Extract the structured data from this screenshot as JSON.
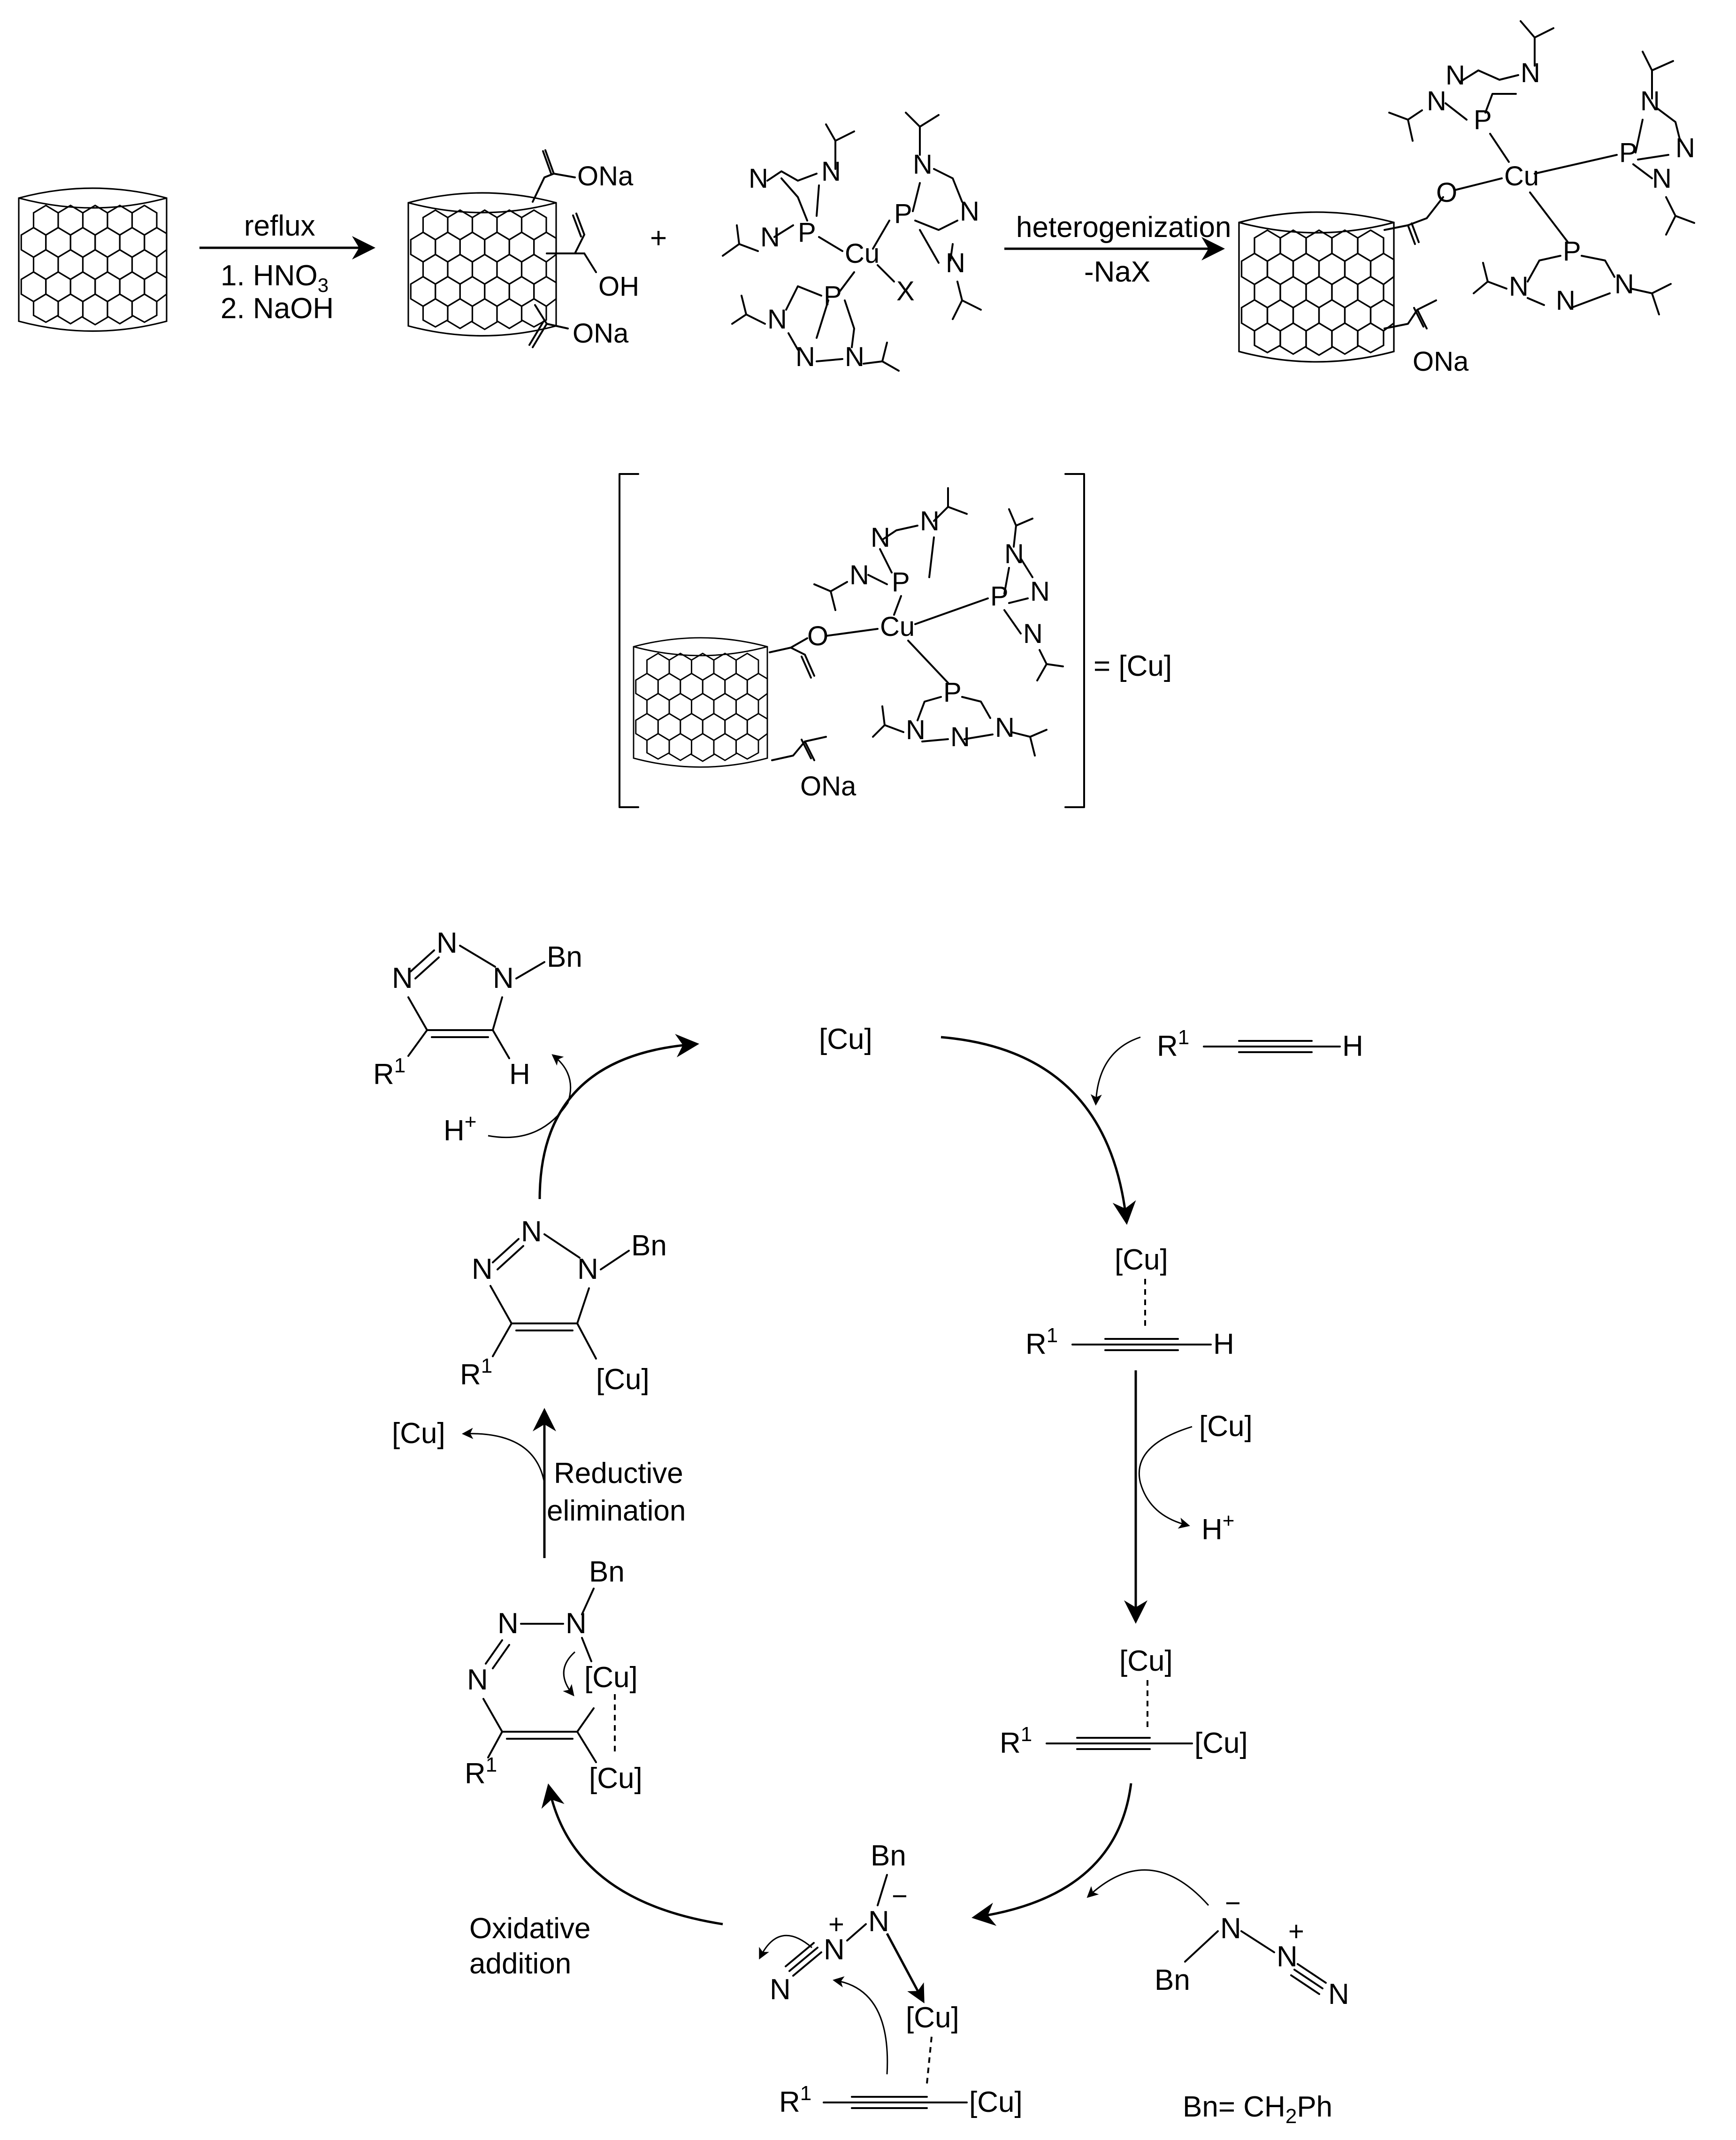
{
  "top_scheme": {
    "arrow1_above": "reflux",
    "arrow1_below_1": "1. HNO",
    "arrow1_below_1_sub": "3",
    "arrow1_below_2": "2. NaOH",
    "plus": "+",
    "arrow2_above": "heterogenization",
    "arrow2_below": "-NaX",
    "product_groups": {
      "top": "ONa",
      "middle": "OH",
      "bottom": "ONa"
    },
    "complex_atoms": {
      "cu": "Cu",
      "x": "X",
      "p": "P",
      "n": "N"
    }
  },
  "bracket_definition": {
    "equals": "= [Cu]",
    "ona": "ONa"
  },
  "cycle": {
    "catalyst": "[Cu]",
    "alkyne": {
      "r": "R",
      "r_sup": "1",
      "h": "H"
    },
    "pi_complex": {
      "cu": "[Cu]",
      "r": "R",
      "r_sup": "1",
      "h": "H"
    },
    "deprotonation": {
      "cu_in": "[Cu]",
      "h_out": "H",
      "h_sup": "+"
    },
    "acetylide": {
      "cu_top": "[Cu]",
      "r": "R",
      "r_sup": "1",
      "cu_right": "[Cu]"
    },
    "azide_reagent": {
      "n_minus": "N",
      "minus": "−",
      "n_plus": "N",
      "plus": "+",
      "n_end": "N",
      "bn": "Bn"
    },
    "coordinated": {
      "bn": "Bn",
      "n1": "N",
      "minus": "−",
      "n2": "N",
      "plus": "+",
      "n3": "N",
      "cu_top": "[Cu]",
      "r": "R",
      "r_sup": "1",
      "cu_right": "[Cu]"
    },
    "oxidative_label_1": "Oxidative",
    "oxidative_label_2": "addition",
    "metallacycle": {
      "bn": "Bn",
      "n_a": "N",
      "n_b": "N",
      "n_c": "N",
      "cu_a": "[Cu]",
      "cu_b": "[Cu]",
      "r": "R",
      "r_sup": "1"
    },
    "reductive_label_1": "Reductive",
    "reductive_label_2": "elimination",
    "cu_released": "[Cu]",
    "cu_triazole": {
      "n_a": "N",
      "n_b": "N",
      "n_c": "N",
      "bn": "Bn",
      "r": "R",
      "r_sup": "1",
      "cu": "[Cu]"
    },
    "proton_in": {
      "h": "H",
      "h_sup": "+"
    },
    "product_triazole": {
      "n_a": "N",
      "n_b": "N",
      "n_c": "N",
      "bn": "Bn",
      "r": "R",
      "r_sup": "1",
      "h": "H"
    },
    "bn_definition": {
      "text": "Bn= CH",
      "sub": "2",
      "tail": "Ph"
    }
  }
}
